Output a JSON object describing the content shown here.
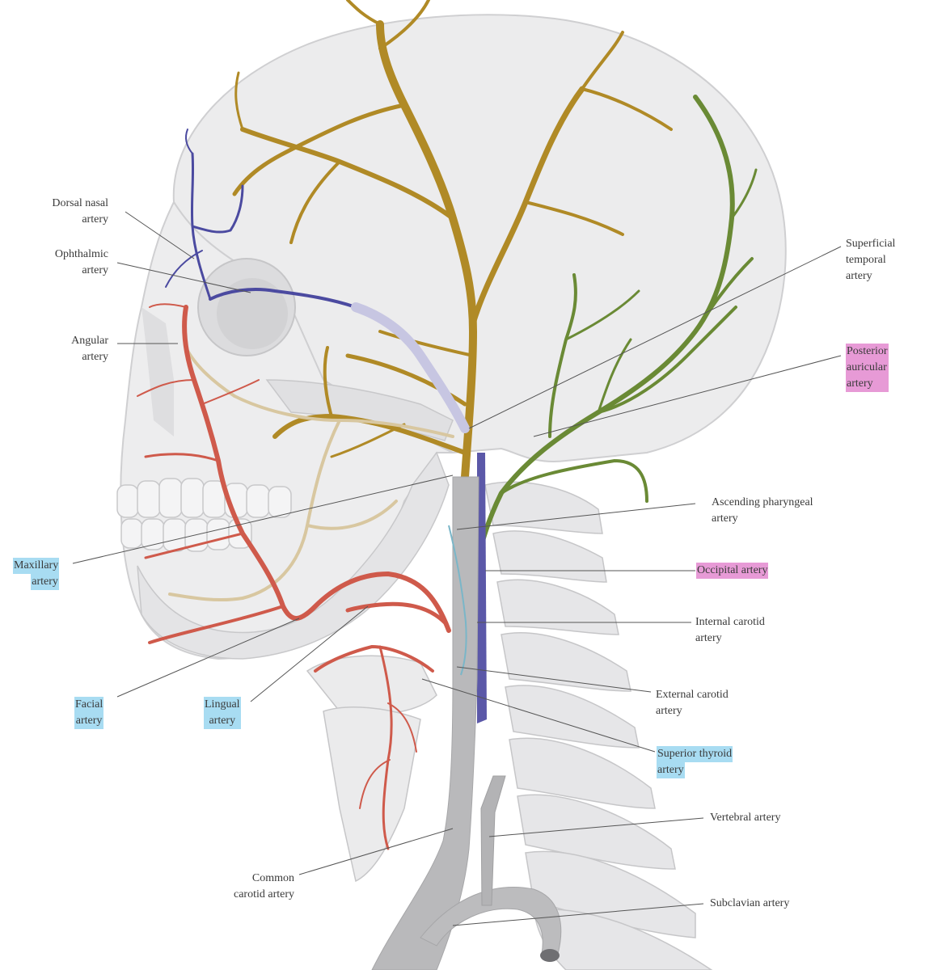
{
  "colors": {
    "background": "#ffffff",
    "bone": "#e9e9ea",
    "bone_shadow": "#d4d4d6",
    "bone_outline": "#c6c6c8",
    "carotid": "#b5b5b7",
    "internal_jugular": "#5b58a8",
    "superficial_temporal": "#b08a26",
    "maxillary_branches": "#d8c7a0",
    "occipital": "#6a8a35",
    "facial": "#cf5a4b",
    "ophthalmic": "#4b4aa0",
    "highlight_blue": "#a8dcf2",
    "highlight_pink": "#e79ad6",
    "leader_line": "#555555"
  },
  "labels": {
    "dorsal_nasal": [
      "Dorsal nasal",
      "artery"
    ],
    "ophthalmic": [
      "Ophthalmic",
      "artery"
    ],
    "angular": [
      "Angular",
      "artery"
    ],
    "maxillary": [
      "Maxillary",
      "artery"
    ],
    "facial": [
      "Facial",
      "artery"
    ],
    "lingual": [
      "Lingual",
      "artery"
    ],
    "common_carotid": [
      "Common",
      "carotid artery"
    ],
    "superficial_temporal": [
      "Superficial",
      "temporal",
      "artery"
    ],
    "posterior_auricular": [
      "Posterior",
      "auricular",
      "artery"
    ],
    "ascending_pharyngeal": [
      "Ascending pharyngeal",
      "artery"
    ],
    "occipital": [
      "Occipital artery"
    ],
    "internal_carotid": [
      "Internal carotid",
      "artery"
    ],
    "external_carotid": [
      "External carotid",
      "artery"
    ],
    "superior_thyroid": [
      "Superior thyroid",
      "artery"
    ],
    "vertebral": [
      "Vertebral artery"
    ],
    "subclavian": [
      "Subclavian artery"
    ]
  }
}
